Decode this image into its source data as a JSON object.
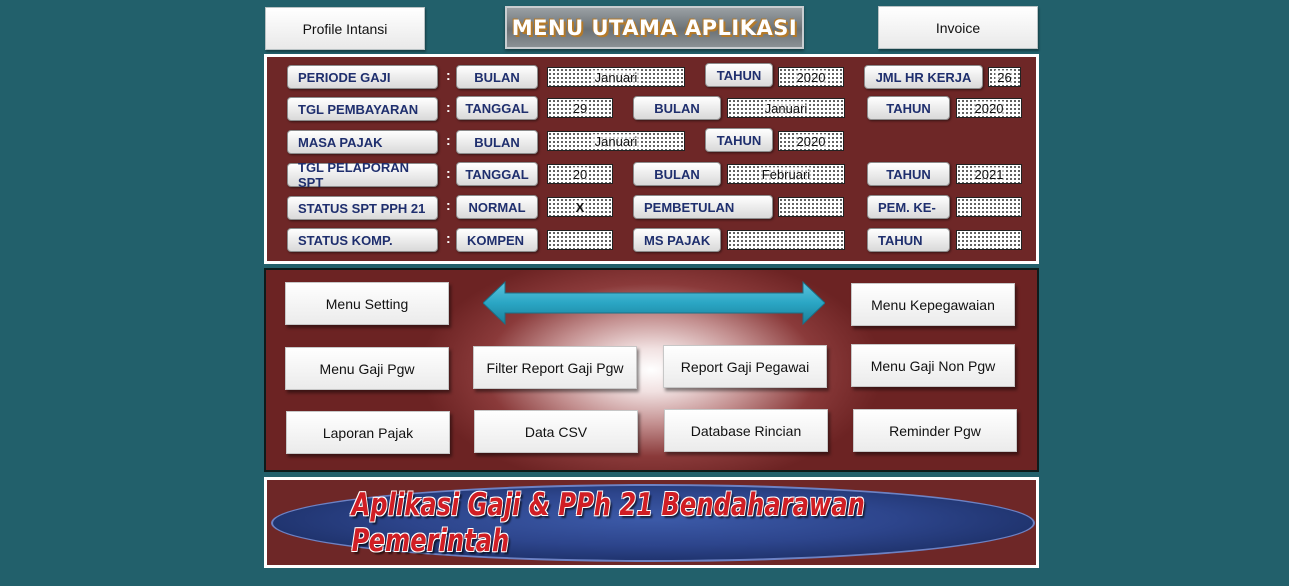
{
  "header": {
    "profile_button": "Profile Intansi",
    "main_title": "MENU UTAMA APLIKASI",
    "invoice_button": "Invoice"
  },
  "form": {
    "colon": ":",
    "row1": {
      "label": "PERIODE GAJI",
      "sub1": "BULAN",
      "val1": "Januari",
      "sub2": "TAHUN",
      "val2": "2020",
      "sub3": "JML HR KERJA",
      "val3": "26"
    },
    "row2": {
      "label": "TGL PEMBAYARAN",
      "sub1": "TANGGAL",
      "val1": "29",
      "sub2": "BULAN",
      "val2": "Januari",
      "sub3": "TAHUN",
      "val3": "2020"
    },
    "row3": {
      "label": "MASA PAJAK",
      "sub1": "BULAN",
      "val1": "Januari",
      "sub2": "TAHUN",
      "val2": "2020"
    },
    "row4": {
      "label": "TGL PELAPORAN SPT",
      "sub1": "TANGGAL",
      "val1": "20",
      "sub2": "BULAN",
      "val2": "Februari",
      "sub3": "TAHUN",
      "val3": "2021"
    },
    "row5": {
      "label": "STATUS SPT PPH 21",
      "sub1": "NORMAL",
      "val1": "X",
      "sub2": "PEMBETULAN",
      "val2": "",
      "sub3": "PEM. KE-",
      "val3": ""
    },
    "row6": {
      "label": "STATUS KOMP.",
      "sub1": "KOMPEN",
      "val1": "",
      "sub2": "MS PAJAK",
      "val2": "",
      "sub3": "TAHUN",
      "val3": ""
    }
  },
  "menu": {
    "setting": "Menu Setting",
    "kepegawaian": "Menu Kepegawaian",
    "gaji_pgw": "Menu Gaji Pgw",
    "filter_report": "Filter Report Gaji Pgw",
    "report_gaji": "Report Gaji Pegawai",
    "gaji_non_pgw": "Menu Gaji Non Pgw",
    "laporan_pajak": "Laporan Pajak",
    "data_csv": "Data CSV",
    "database_rincian": "Database Rincian",
    "reminder": "Reminder Pgw"
  },
  "banner": {
    "title": "Aplikasi Gaji & PPh 21 Bendaharawan Pemerintah"
  },
  "colors": {
    "background": "#22606b",
    "panel": "#6e2727",
    "label_text": "#1f2f6e",
    "banner_text": "#d01e24",
    "arrow": "#2aa6c4"
  }
}
